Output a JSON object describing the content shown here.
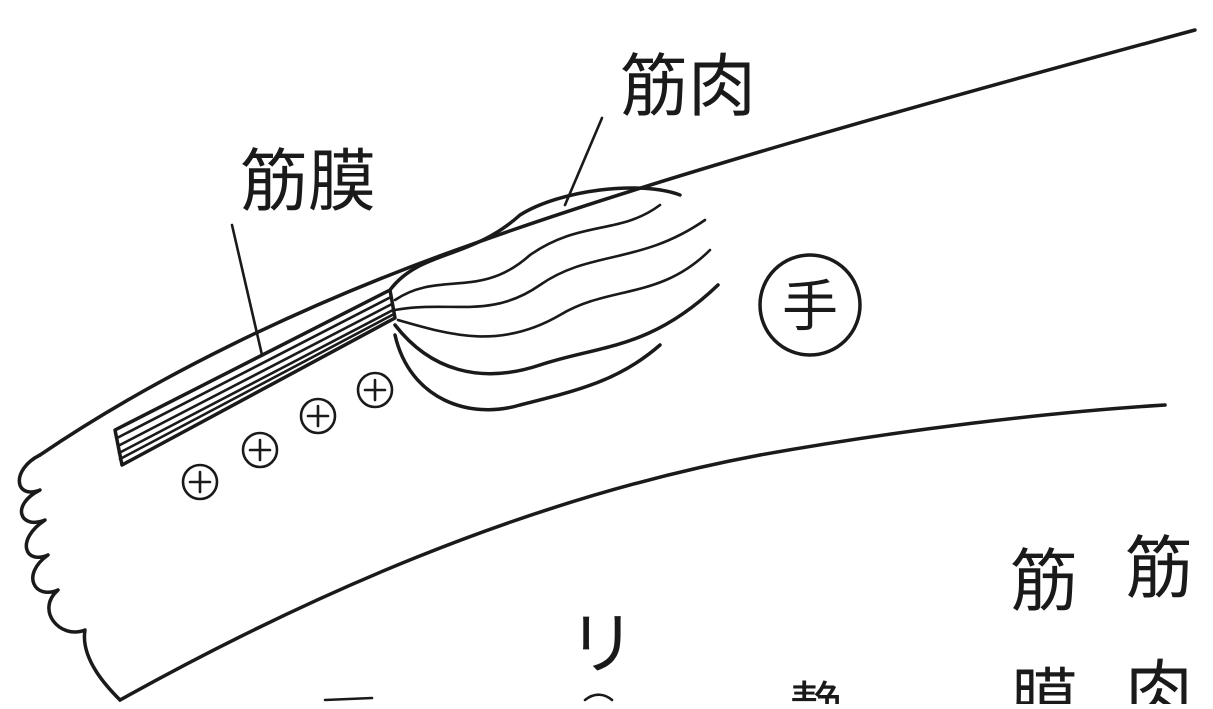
{
  "labels": {
    "fascia": "筋膜",
    "muscle": "筋肉",
    "hand": "手"
  },
  "bottom_text": {
    "col1_top": "筋",
    "col1_bottom": "膜",
    "col2_top": "筋",
    "col2_bottom": "肉",
    "static": "静",
    "ri": "リ"
  },
  "colors": {
    "ink": "#1a1a1a",
    "paper": "#ffffff"
  }
}
